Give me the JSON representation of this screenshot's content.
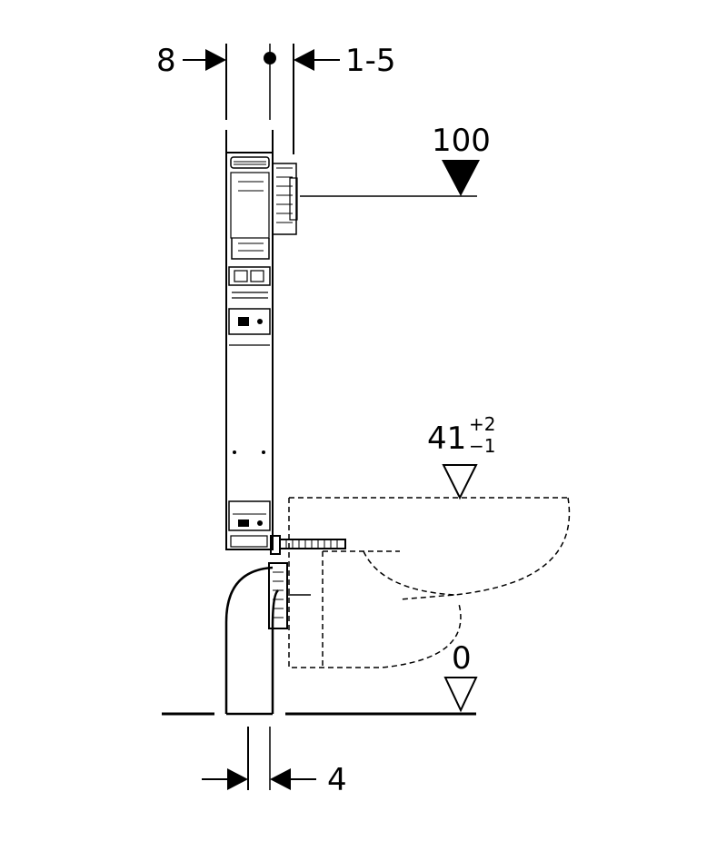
{
  "diagram": {
    "dimensions": {
      "frame_depth_top": "8",
      "wall_gap_range": "1-5",
      "cistern_height": "100",
      "pan_height": "41",
      "pan_height_tolerance_plus": "+2",
      "pan_height_tolerance_minus": "−1",
      "floor_level": "0",
      "drain_offset": "4"
    }
  }
}
